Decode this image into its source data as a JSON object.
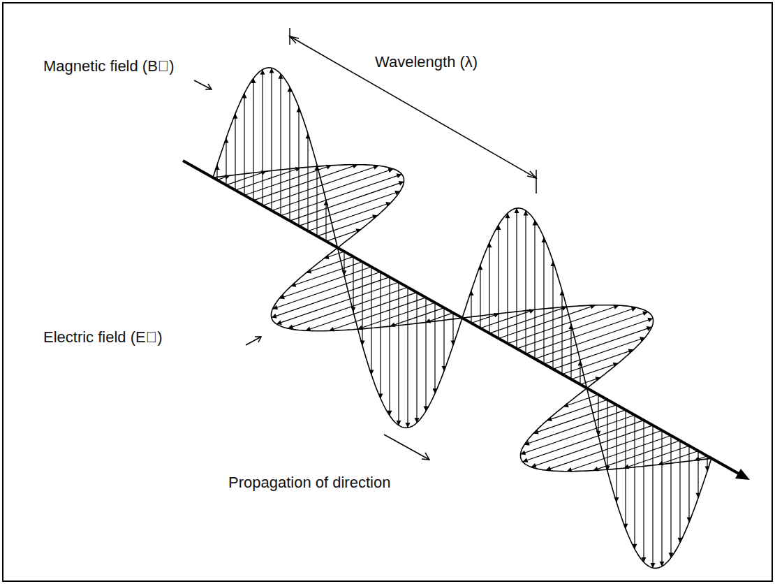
{
  "diagram": {
    "labels": [
      "Magnetic field (B⃗)",
      "Wavelength (λ)",
      "Electric field (E⃗)",
      "Propagation of direction"
    ]
  }
}
